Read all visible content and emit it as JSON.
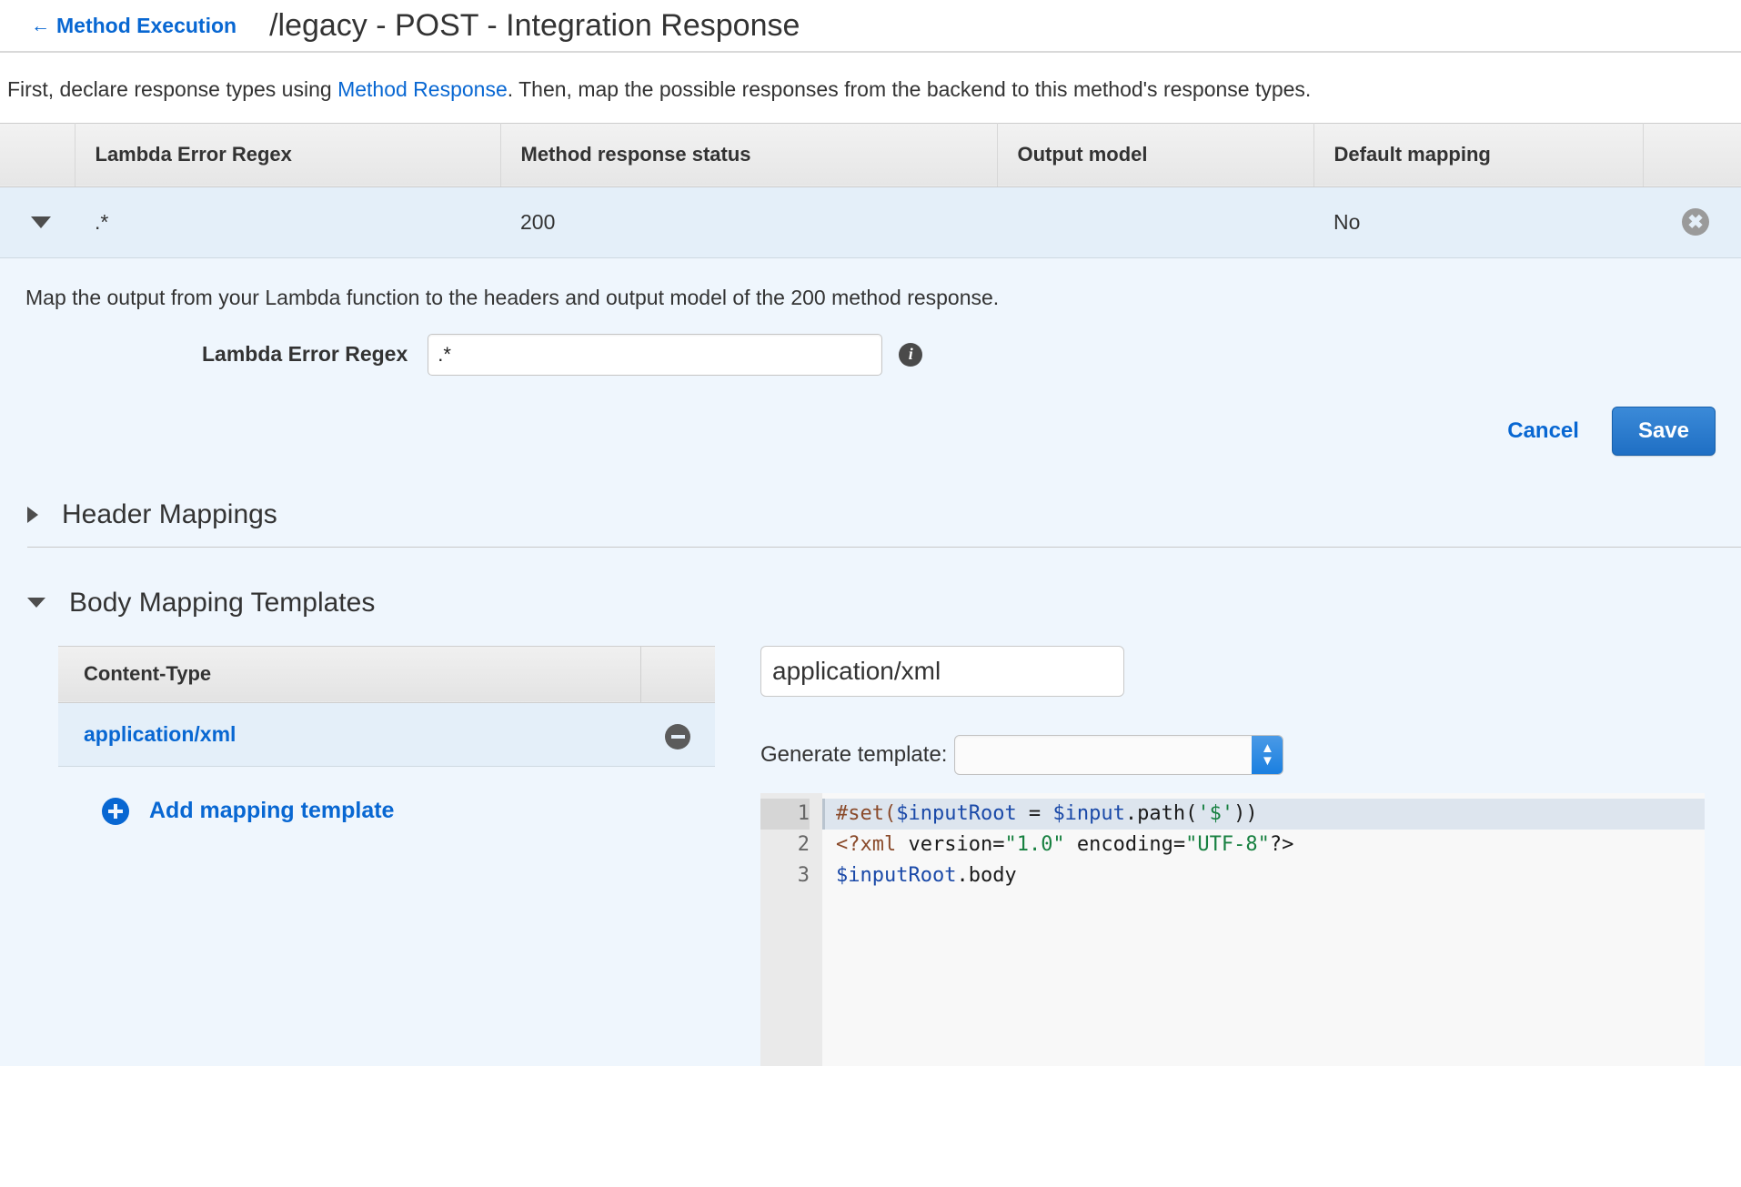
{
  "header": {
    "back_label": "Method Execution",
    "back_arrow_icon": "arrow-left-icon",
    "title": "/legacy - POST - Integration Response"
  },
  "intro": {
    "before_link": "First, declare response types using ",
    "link_text": "Method Response",
    "after_link": ". Then, map the possible responses from the backend to this method's response types."
  },
  "responses_table": {
    "columns": [
      "",
      "Lambda Error Regex",
      "Method response status",
      "Output model",
      "Default mapping",
      ""
    ],
    "rows": [
      {
        "expander_icon": "triangle-down-icon",
        "lambda_error_regex": ".*",
        "method_response_status": "200",
        "output_model": "",
        "default_mapping": "No",
        "delete_icon": "close-circle-icon"
      }
    ]
  },
  "detail": {
    "description": "Map the output from your Lambda function to the headers and output model of the 200 method response.",
    "regex_label": "Lambda Error Regex",
    "regex_value": ".*",
    "info_icon": "info-icon",
    "cancel_label": "Cancel",
    "save_label": "Save"
  },
  "sections": {
    "header_mappings": {
      "title": "Header Mappings",
      "expanded": false,
      "icon": "triangle-right-icon"
    },
    "body_mapping_templates": {
      "title": "Body Mapping Templates",
      "expanded": true,
      "icon": "triangle-down-icon"
    }
  },
  "content_type_table": {
    "column_header": "Content-Type",
    "rows": [
      {
        "name": "application/xml",
        "remove_icon": "minus-circle-icon"
      }
    ],
    "add_label": "Add mapping template",
    "add_icon": "plus-circle-icon"
  },
  "template_editor": {
    "content_type_value": "application/xml",
    "generate_label": "Generate template:",
    "generate_selected": "",
    "generate_arrow_icon": "chevron-updown-icon",
    "lines": [
      {
        "number": "1",
        "active": true,
        "tokens": [
          {
            "t": "#set(",
            "c": "macro"
          },
          {
            "t": "$inputRoot",
            "c": "var"
          },
          {
            "t": " = ",
            "c": "plain"
          },
          {
            "t": "$input",
            "c": "var"
          },
          {
            "t": ".path(",
            "c": "plain"
          },
          {
            "t": "'$'",
            "c": "str"
          },
          {
            "t": "))",
            "c": "plain"
          }
        ]
      },
      {
        "number": "2",
        "active": false,
        "tokens": [
          {
            "t": "<?xml",
            "c": "tag"
          },
          {
            "t": " version=",
            "c": "attr"
          },
          {
            "t": "\"1.0\"",
            "c": "str"
          },
          {
            "t": " encoding=",
            "c": "attr"
          },
          {
            "t": "\"UTF-8\"",
            "c": "str"
          },
          {
            "t": "?>",
            "c": "plain"
          }
        ]
      },
      {
        "number": "3",
        "active": false,
        "tokens": [
          {
            "t": "$inputRoot",
            "c": "var"
          },
          {
            "t": ".body",
            "c": "plain"
          }
        ]
      }
    ]
  },
  "colors": {
    "link": "#0867d2",
    "save_button": "#1f6fc4",
    "row_selected": "#e4eff9",
    "panel_bg": "#eff6fd"
  }
}
